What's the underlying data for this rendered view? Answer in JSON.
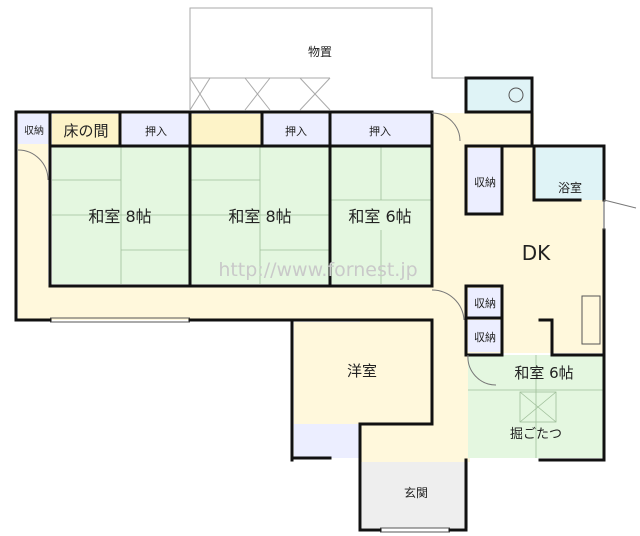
{
  "labels": {
    "storage_shed": "物置",
    "closet": "収納",
    "tokonoma": "床の間",
    "oshiire": "押入",
    "washitsu_8a": "和室 8帖",
    "washitsu_8b": "和室 8帖",
    "washitsu_6": "和室 6帖",
    "bath": "浴室",
    "dk": "DK",
    "youshitsu": "洋室",
    "washitsu_6_south": "和室 6帖",
    "horigotatsu": "掘ごたつ",
    "genkan": "玄関"
  },
  "watermark": "http://www.fornest.jp",
  "colors": {
    "corridor": "#fff8dc",
    "tatami": "#e4f7e0",
    "tokonoma": "#fdf3c8",
    "closet": "#eceeff",
    "water": "#dff3f6",
    "genkan": "#eeeeee",
    "wall": "#111111"
  }
}
